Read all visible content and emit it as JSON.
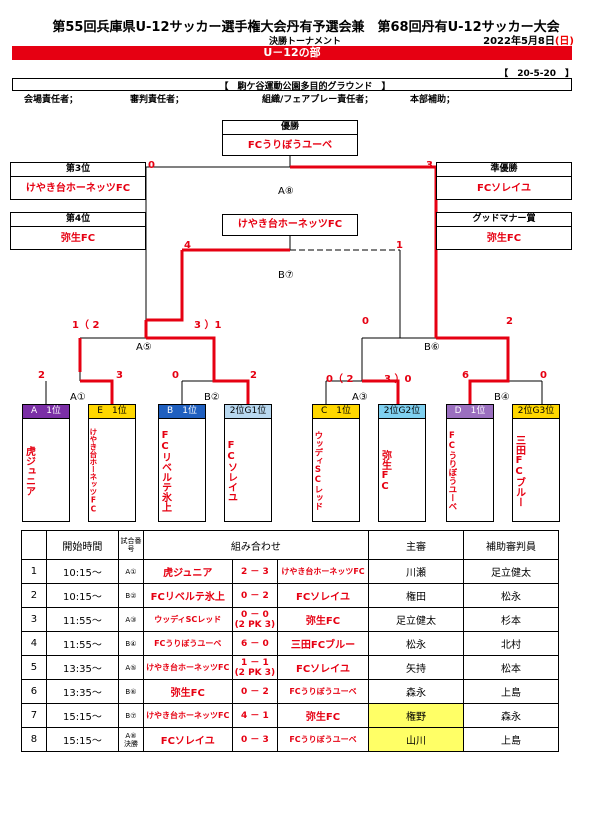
{
  "header": {
    "title": "第55回兵庫県U-12サッカー選手権大会丹有予選会兼　第68回丹有U-12サッカー大会",
    "subtitle": "決勝トーナメント",
    "date_main": "2022年5月8日",
    "date_day": "(日)",
    "division": "U－12の部",
    "code": "【　20-5-20　】",
    "venue": "【　駒ケ谷運動公園多目的グラウンド　】",
    "staff": {
      "venue_manager": "会場責任者；",
      "referee_manager": "審判責任者；",
      "org_fairplay": "組織/フェアプレー責任者；",
      "hq_assist": "本部補助；"
    }
  },
  "results": {
    "champion_label": "優勝",
    "champion": "FCうりぼうユーベ",
    "third_label": "第3位",
    "third": "けやき台ホーネッツFC",
    "runner_label": "準優勝",
    "runner": "FCソレイユ",
    "fourth_label": "第4位",
    "fourth": "弥生FC",
    "fairplay_label": "グッドマナー賞",
    "fairplay": "弥生FC",
    "third_place_winner": "けやき台ホーネッツFC"
  },
  "bracket": {
    "final_label": "A⑧",
    "third_place_label": "B⑦",
    "semi_left_label": "A⑤",
    "semi_right_label": "B⑥",
    "qf_labels": [
      "A①",
      "B②",
      "A③",
      "B④"
    ],
    "scores": {
      "final_left": "0",
      "final_right": "3",
      "third_left": "4",
      "third_right": "1",
      "semi_left_left": "1（ 2",
      "semi_left_right": "3 ）1",
      "semi_right_left": "0",
      "semi_right_right": "2",
      "qf1_left": "2",
      "qf1_right": "3",
      "qf2_left": "0",
      "qf2_right": "2",
      "qf3_left": "0（ 2",
      "qf3_right": "3 ）0",
      "qf4_left": "6",
      "qf4_right": "0"
    },
    "teams": [
      {
        "seed": "A　1位",
        "name": "虎ジュニア",
        "head_color": "#7b2fa6"
      },
      {
        "seed": "E　1位",
        "name": "けやき台ホーネッツFC",
        "head_color": "#ffd700"
      },
      {
        "seed": "B　1位",
        "name": "FCリベルテ氷上",
        "head_color": "#1f5fbf"
      },
      {
        "seed": "2位G1位",
        "name": "FCソレイユ",
        "head_color": "#b8d8f0"
      },
      {
        "seed": "C　1位",
        "name": "ウッディSCレッド",
        "head_color": "#ffd700"
      },
      {
        "seed": "2位G2位",
        "name": "弥生FC",
        "head_color": "#7fd0f0"
      },
      {
        "seed": "D　1位",
        "name": "FCうりぼうユーベ",
        "head_color": "#9a6fbf"
      },
      {
        "seed": "2位G3位",
        "name": "三田FCブルー",
        "head_color": "#ffd700"
      }
    ]
  },
  "schedule": {
    "headers": [
      "開始時間",
      "試合番号",
      "組み合わせ",
      "主審",
      "補助審判員"
    ],
    "rows": [
      {
        "no": "1",
        "time": "10:15～",
        "match": "A①",
        "home": "虎ジュニア",
        "score": "2 － 3",
        "away": "けやき台ホーネッツFC",
        "ref": "川瀬",
        "assist": "足立健太"
      },
      {
        "no": "2",
        "time": "10:15～",
        "match": "B②",
        "home": "FCリベルテ氷上",
        "score": "0 － 2",
        "away": "FCソレイユ",
        "ref": "権田",
        "assist": "松永"
      },
      {
        "no": "3",
        "time": "11:55～",
        "match": "A③",
        "home": "ウッディSCレッド",
        "score": "0 － 0\n(2 PK 3)",
        "away": "弥生FC",
        "ref": "足立健太",
        "assist": "杉本"
      },
      {
        "no": "4",
        "time": "11:55～",
        "match": "B④",
        "home": "FCうりぼうユーベ",
        "score": "6 － 0",
        "away": "三田FCブルー",
        "ref": "松永",
        "assist": "北村"
      },
      {
        "no": "5",
        "time": "13:35～",
        "match": "A⑤",
        "home": "けやき台ホーネッツFC",
        "score": "1 － 1\n(2 PK 3)",
        "away": "FCソレイユ",
        "ref": "矢持",
        "assist": "松本"
      },
      {
        "no": "6",
        "time": "13:35～",
        "match": "B⑥",
        "home": "弥生FC",
        "score": "0 － 2",
        "away": "FCうりぼうユーベ",
        "ref": "森永",
        "assist": "上島"
      },
      {
        "no": "7",
        "time": "15:15～",
        "match": "B⑦",
        "home": "けやき台ホーネッツFC",
        "score": "4 － 1",
        "away": "弥生FC",
        "ref": "権野",
        "assist": "森永"
      },
      {
        "no": "8",
        "time": "15:15～",
        "match": "A⑧\n決勝",
        "home": "FCソレイユ",
        "score": "0 － 3",
        "away": "FCうりぼうユーベ",
        "ref": "山川",
        "assist": "上島"
      }
    ]
  },
  "colors": {
    "red": "#e60012",
    "highlight": "#ffff66"
  }
}
